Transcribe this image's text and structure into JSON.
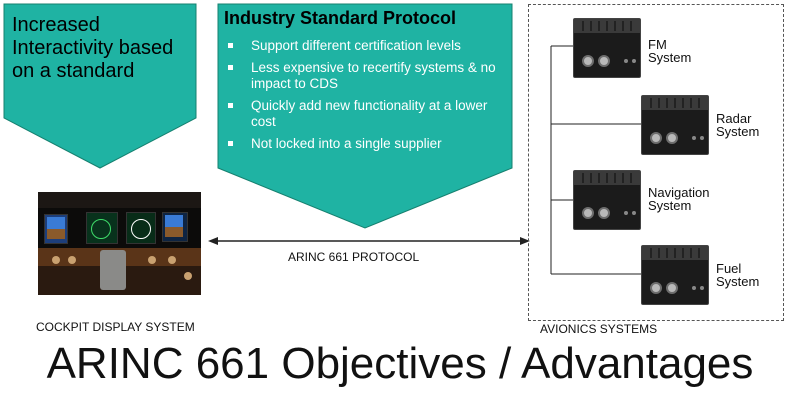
{
  "left_banner": {
    "text": "Increased Interactivity based on a standard"
  },
  "right_banner": {
    "title": "Industry Standard Protocol",
    "bullets": [
      "Support different certification levels",
      "Less expensive to recertify systems & no impact to CDS",
      "Quickly add new functionality at a lower cost",
      "Not locked into a single supplier"
    ]
  },
  "protocol_label": "ARINC 661 PROTOCOL",
  "cockpit_caption": "COCKPIT DISPLAY SYSTEM",
  "avionics_caption": "AVIONICS SYSTEMS",
  "systems": [
    {
      "line1": "FM",
      "line2": "System"
    },
    {
      "line1": "Radar",
      "line2": "System"
    },
    {
      "line1": "Navigation",
      "line2": "System"
    },
    {
      "line1": "Fuel",
      "line2": "System"
    }
  ],
  "page_title": "ARINC 661 Objectives / Advantages",
  "colors": {
    "banner_fill": "#1fb3a3",
    "banner_stroke": "#15806f"
  }
}
